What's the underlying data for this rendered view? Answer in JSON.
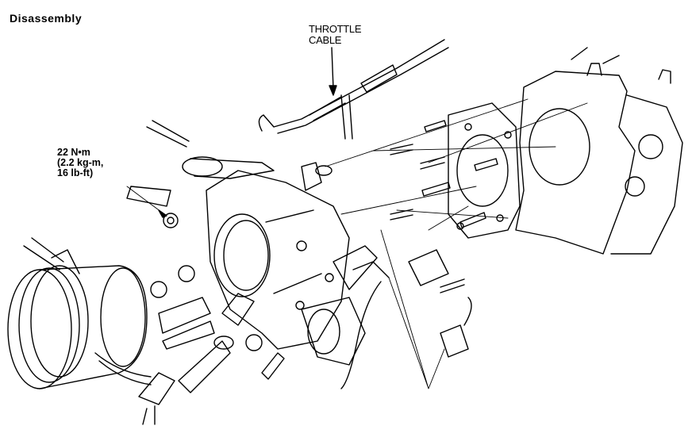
{
  "title": "Disassembly",
  "labels": {
    "throttle_cable_line1": "THROTTLE",
    "throttle_cable_line2": "CABLE",
    "torque_line1": "22 N•m",
    "torque_line2": "(2.2   kg-m,",
    "torque_line3": "16 lb-ft)"
  }
}
